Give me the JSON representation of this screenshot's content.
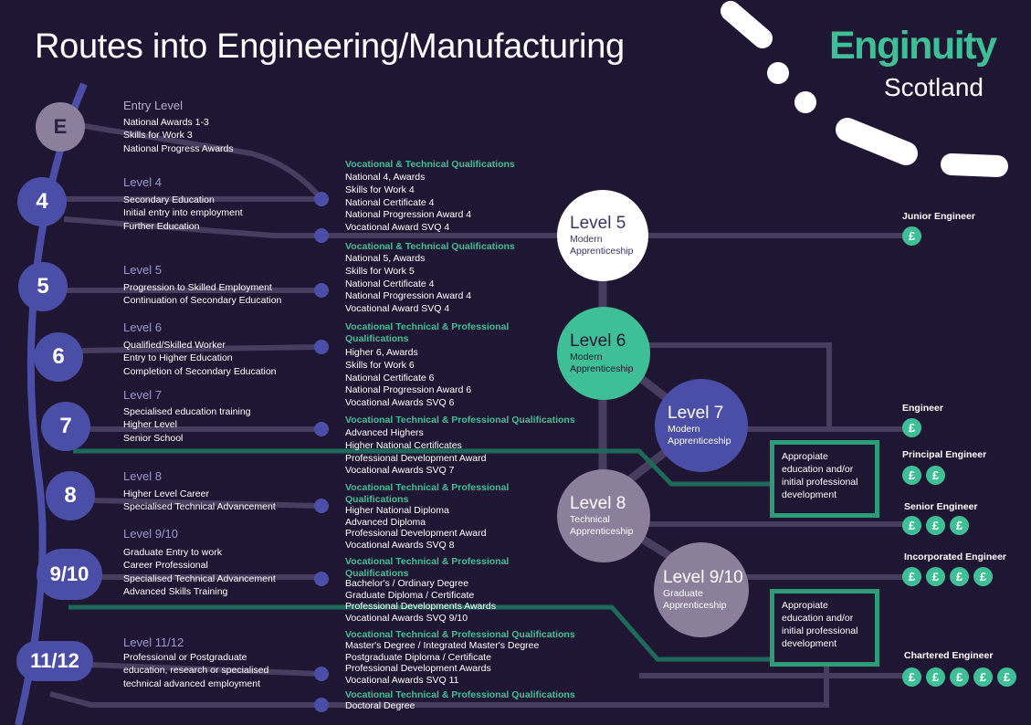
{
  "title": "Routes into Engineering/Manufacturing",
  "brand": {
    "name": "Enginuity",
    "sub": "Scotland"
  },
  "colors": {
    "background": "#1f1633",
    "accent_green": "#3fbf95",
    "level_circle": "#4b4ea6",
    "entry_circle": "#8c7f9b",
    "line": "#4a4060"
  },
  "levels": [
    {
      "badge": "E",
      "heading": "Entry Level",
      "lines": [
        "National Awards 1-3",
        "Skills for Work 3",
        "National Progress Awards"
      ]
    },
    {
      "badge": "4",
      "heading": "Level 4",
      "lines": [
        "Secondary Education",
        "Initial entry into employment",
        "Further Education"
      ]
    },
    {
      "badge": "5",
      "heading": "Level 5",
      "lines": [
        "Progression to Skilled Employment",
        "Continuation of Secondary Education"
      ]
    },
    {
      "badge": "6",
      "heading": "Level 6",
      "lines": [
        "Qualified/Skilled Worker",
        "Entry to Higher Education",
        "Completion of Secondary Education"
      ]
    },
    {
      "badge": "7",
      "heading": "Level 7",
      "lines": [
        "Specialised education training",
        "Higher Level",
        "Senior School"
      ]
    },
    {
      "badge": "8",
      "heading": "Level 8",
      "lines": [
        "Higher Level Career",
        "Specialised Technical Advancement"
      ]
    },
    {
      "badge": "9/10",
      "heading": "Level 9/10",
      "lines": [
        "Graduate Entry to work",
        "Career Professional",
        "Specialised Technical Advancement",
        "Advanced Skills Training"
      ]
    },
    {
      "badge": "11/12",
      "heading": "Level 11/12",
      "lines": [
        "Professional or Postgraduate",
        "education, research or specialised",
        "technical advanced employment"
      ]
    }
  ],
  "qualifications": [
    {
      "heading": [
        "Vocational & Technical Qualifications"
      ],
      "items": [
        "National 4, Awards",
        "Skills for Work 4",
        "National Certificate 4",
        "National Progression Award 4",
        "Vocational Award SVQ 4"
      ]
    },
    {
      "heading": [
        "Vocational & Technical Qualifications"
      ],
      "items": [
        "National 5, Awards",
        "Skills for Work 5",
        "National Certificate 4",
        "National Progression Award 4",
        "Vocational Award SVQ 4"
      ]
    },
    {
      "heading": [
        "Vocational Technical & Professional",
        "Qualifications"
      ],
      "items": [
        "Higher 6, Awards",
        "Skills for Work 6",
        "National Certificate 6",
        "National Progression Award 6",
        "Vocational Awards SVQ 6"
      ]
    },
    {
      "heading": [
        "Vocational Technical & Professional Qualifications"
      ],
      "items": [
        "Advanced Highers",
        "Higher National Certificates",
        "Professional Development Award",
        "Vocational Awards SVQ 7"
      ]
    },
    {
      "heading": [
        "Vocational Technical & Professional",
        "Qualifications"
      ],
      "items": [
        "Higher National Diploma",
        "Advanced Diploma",
        "Professional Development Award",
        "Vocational Awards SVQ 8"
      ]
    },
    {
      "heading": [
        "Vocational Technical & Professional",
        "Qualifications"
      ],
      "items": [
        "Bachelor's / Ordinary Degree",
        "Graduate Diploma / Certificate",
        "Professional Developments Awards",
        "Vocational Awards SVQ 9/10"
      ]
    },
    {
      "heading": [
        "Vocational Technical & Professional Qualifications"
      ],
      "items": [
        "Master's Degree / Integrated Master's Degree",
        "Postgraduate Diploma / Certificate",
        "Professional Development Awards",
        "Vocational Awards SVQ 11"
      ]
    },
    {
      "heading": [
        "Vocational Technical & Professional Qualifications"
      ],
      "items": [
        "Doctoral Degree"
      ]
    }
  ],
  "apprenticeships": [
    {
      "level": "Level 5",
      "sub": [
        "Modern",
        "Apprenticeship"
      ],
      "fill": "#ffffff",
      "text": "#3a3460"
    },
    {
      "level": "Level 6",
      "sub": [
        "Modern",
        "Apprenticeship"
      ],
      "fill": "#3fbf95",
      "text": "#1f1633"
    },
    {
      "level": "Level 7",
      "sub": [
        "Modern",
        "Apprenticeship"
      ],
      "fill": "#4b4ea6",
      "text": "#ffffff"
    },
    {
      "level": "Level 8",
      "sub": [
        "Technical",
        "Apprenticeship"
      ],
      "fill": "#8c7f9b",
      "text": "#ffffff"
    },
    {
      "level": "Level 9/10",
      "sub": [
        "Graduate",
        "Apprenticeship"
      ],
      "fill": "#8c7f9b",
      "text": "#ffffff"
    }
  ],
  "info_boxes": [
    {
      "lines": [
        "Appropiate",
        "education and/or",
        "initial professional",
        "development"
      ]
    },
    {
      "lines": [
        "Appropiate",
        "education and/or",
        "initial professional",
        "development"
      ]
    }
  ],
  "careers": [
    {
      "title": "Junior Engineer",
      "pounds": 1
    },
    {
      "title": "Engineer",
      "pounds": 1
    },
    {
      "title": "Principal Engineer",
      "pounds": 2
    },
    {
      "title": "Senior Engineer",
      "pounds": 3
    },
    {
      "title": "Incorporated Engineer",
      "pounds": 4
    },
    {
      "title": "Chartered Engineer",
      "pounds": 5
    }
  ],
  "pound_symbol": "£"
}
